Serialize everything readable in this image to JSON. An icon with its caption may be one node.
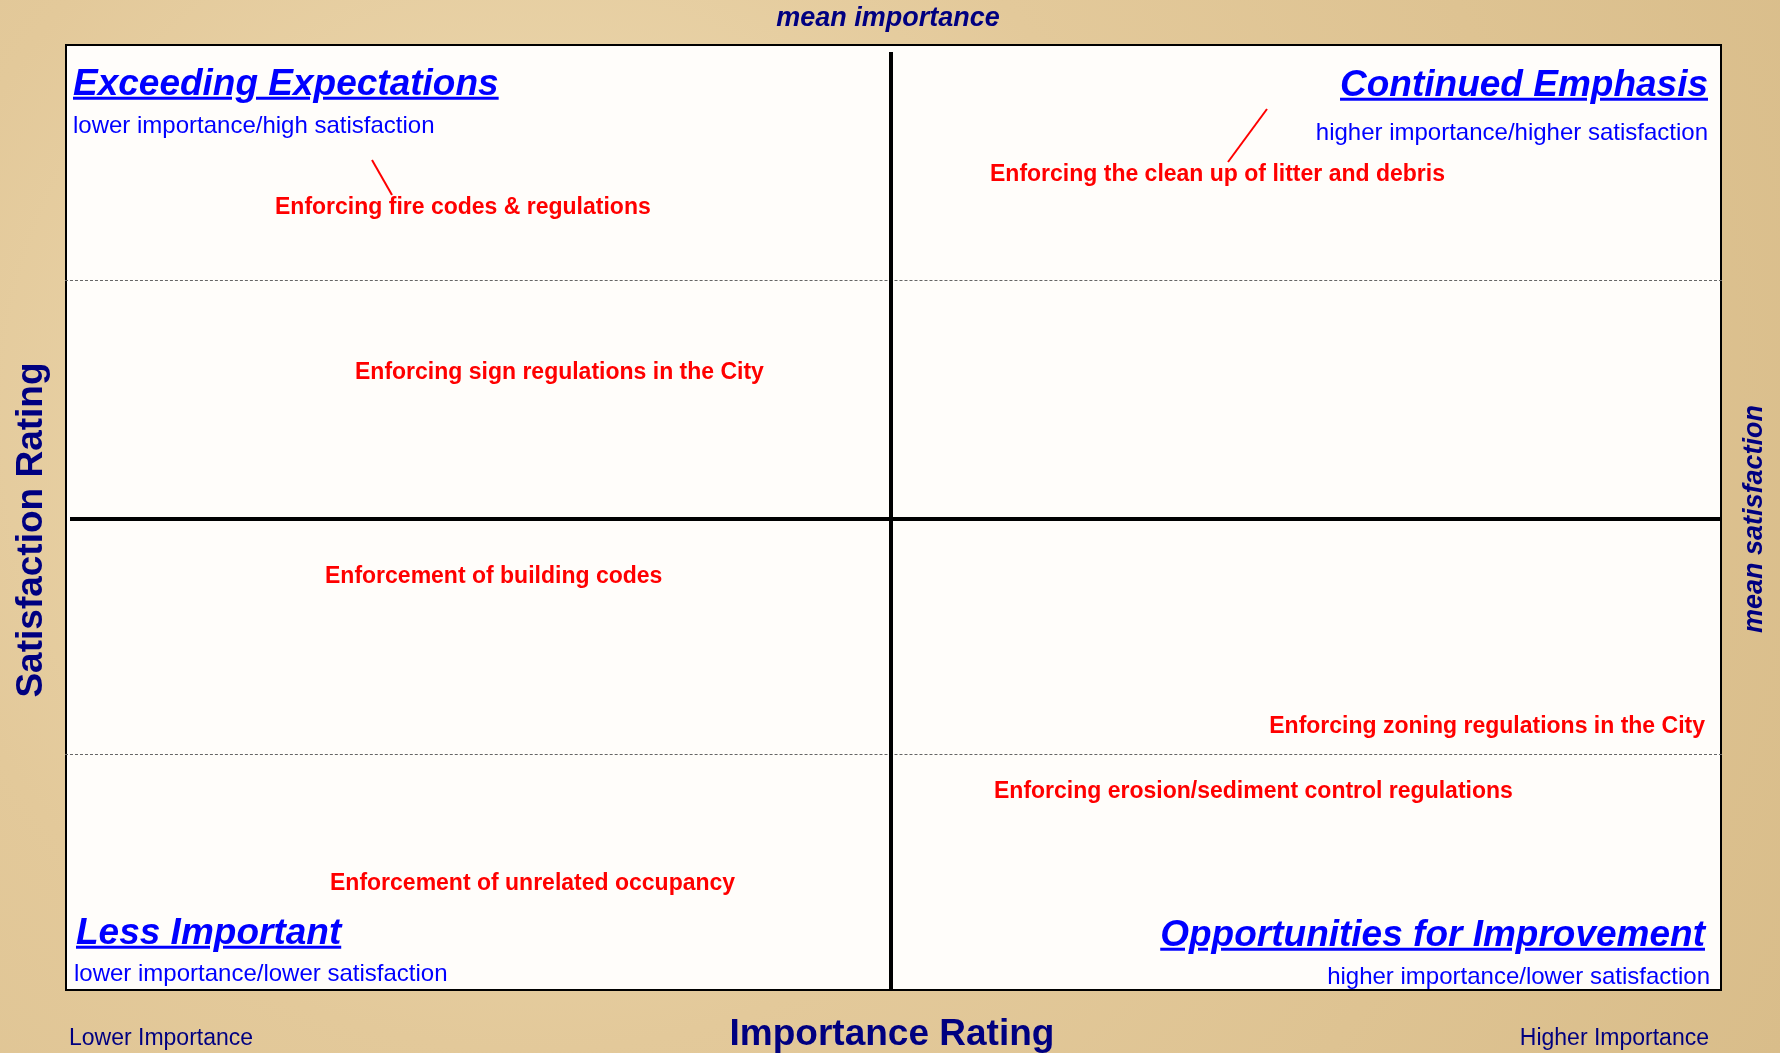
{
  "diagram": {
    "nodes": [
      {
        "text": [
          "Enforcing fire codes & regulations"
        ]
      },
      {
        "text": [
          "Enforcing the clean up of litter and debris"
        ]
      }
    ],
    "edges": [
      {
        "from": 0,
        "to": null,
        "arrow": "none"
      },
      {
        "from": 1,
        "to": null,
        "arrow": "none"
      }
    ],
    "labels": [
      "mean importance",
      "Exceeding Expectations",
      "lower importance/high satisfaction",
      "Continued Emphasis",
      "higher importance/higher satisfaction",
      "Satisfaction Rating",
      "Enforcing sign regulations in the City",
      "mean satisfaction",
      "Enforcement of building codes",
      "Enforcing zoning regulations in the City",
      "Enforcing erosion/sediment control regulations",
      "Enforcement of unrelated occupancy",
      "Less Important",
      "Opportunities for Improvement",
      "lower importance/lower satisfaction",
      "higher importance/lower satisfaction",
      "Lower Importance",
      "Importance Rating",
      "Higher Importance"
    ]
  }
}
